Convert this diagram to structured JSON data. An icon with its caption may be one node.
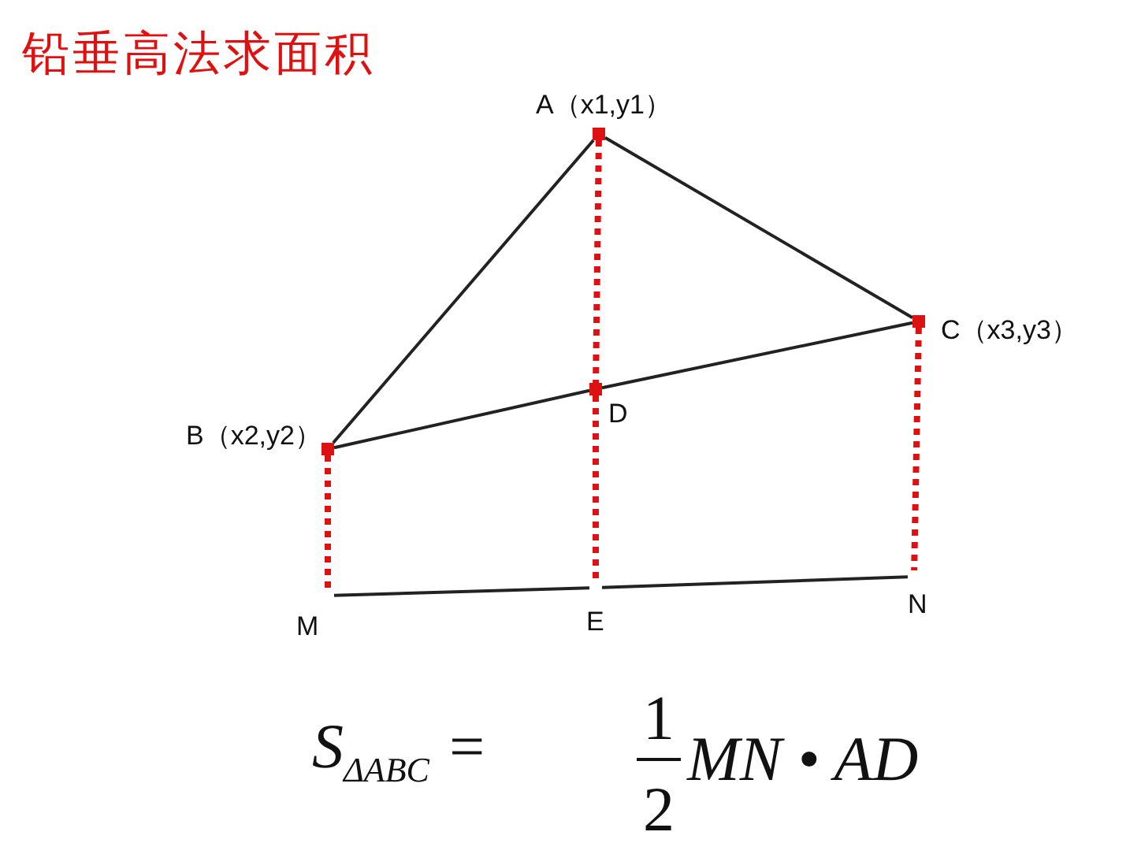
{
  "diagram": {
    "title": "铅垂高法求面积",
    "nodes": [
      {
        "text": [
          "A（x1,y1）"
        ]
      },
      {
        "text": [
          "B（x2,y2）"
        ]
      },
      {
        "text": [
          "C（x3,y3）"
        ]
      },
      {
        "text": [
          "D"
        ]
      },
      {
        "text": [
          "M"
        ]
      },
      {
        "text": [
          "E"
        ]
      },
      {
        "text": [
          "N"
        ]
      }
    ],
    "edges": [
      {
        "from": 0,
        "to": 1,
        "arrow": "none"
      },
      {
        "from": 0,
        "to": 2,
        "arrow": "none"
      },
      {
        "from": 1,
        "to": 3,
        "arrow": "none"
      },
      {
        "from": 3,
        "to": 2,
        "arrow": "none"
      },
      {
        "from": 4,
        "to": 5,
        "arrow": "none"
      },
      {
        "from": 5,
        "to": 6,
        "arrow": "none"
      },
      {
        "from": 0,
        "to": 3,
        "arrow": "none",
        "style": "dashed",
        "color": "#dd1111"
      },
      {
        "from": 3,
        "to": 5,
        "arrow": "none",
        "style": "dashed",
        "color": "#dd1111"
      },
      {
        "from": 1,
        "to": 4,
        "arrow": "none",
        "style": "dashed",
        "color": "#dd1111"
      },
      {
        "from": 2,
        "to": 6,
        "arrow": "none",
        "style": "dashed",
        "color": "#dd1111"
      }
    ],
    "labels": [
      "S$_{ΔABC}$ =",
      "1",
      "2",
      "MN • AD"
    ]
  }
}
